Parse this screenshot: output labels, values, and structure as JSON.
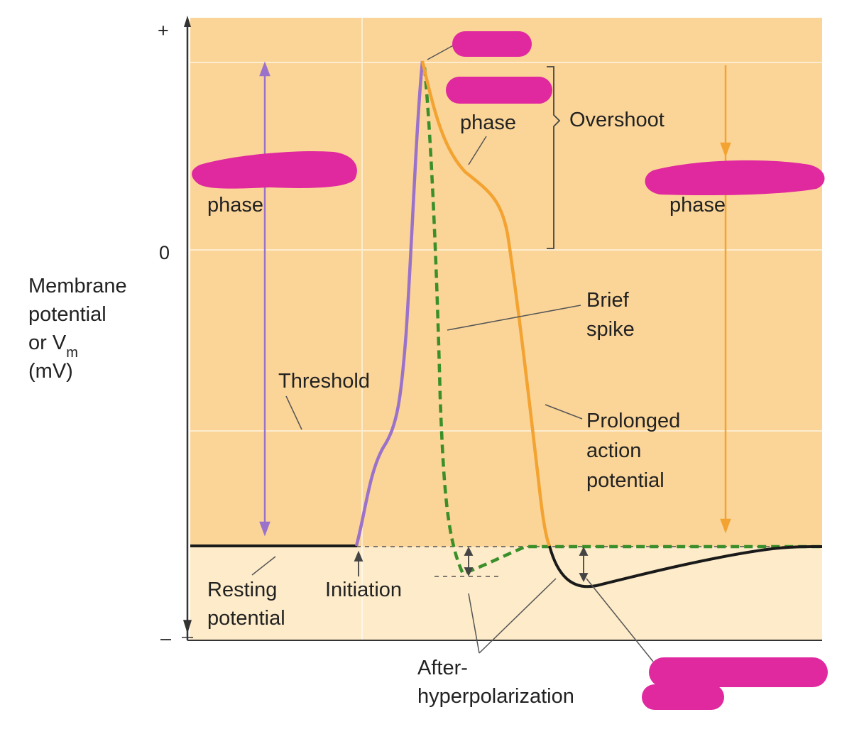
{
  "axis": {
    "plus": "+",
    "zero": "0",
    "minus": "–",
    "ylabel_line1": "Membrane",
    "ylabel_line2": "potential",
    "ylabel_line3_prefix": "or V",
    "ylabel_line3_sub": "m",
    "ylabel_line4": "(mV)"
  },
  "labels": {
    "phase_left": "phase",
    "phase_top": "phase",
    "phase_right": "phase",
    "overshoot": "Overshoot",
    "brief_spike_1": "Brief",
    "brief_spike_2": "spike",
    "threshold": "Threshold",
    "prolonged_1": "Prolonged",
    "prolonged_2": "action",
    "prolonged_3": "potential",
    "resting_1": "Resting",
    "resting_2": "potential",
    "initiation": "Initiation",
    "after_1": "After-",
    "after_2": "hyperpolarization"
  },
  "colors": {
    "background_upper": "#fbd598",
    "background_lower": "#fdebc9",
    "depolarization": "#9b72c9",
    "prolonged": "#f3a331",
    "brief_spike": "#3a8f2a",
    "resting": "#1a1a1a",
    "redaction": "#e0299f"
  }
}
